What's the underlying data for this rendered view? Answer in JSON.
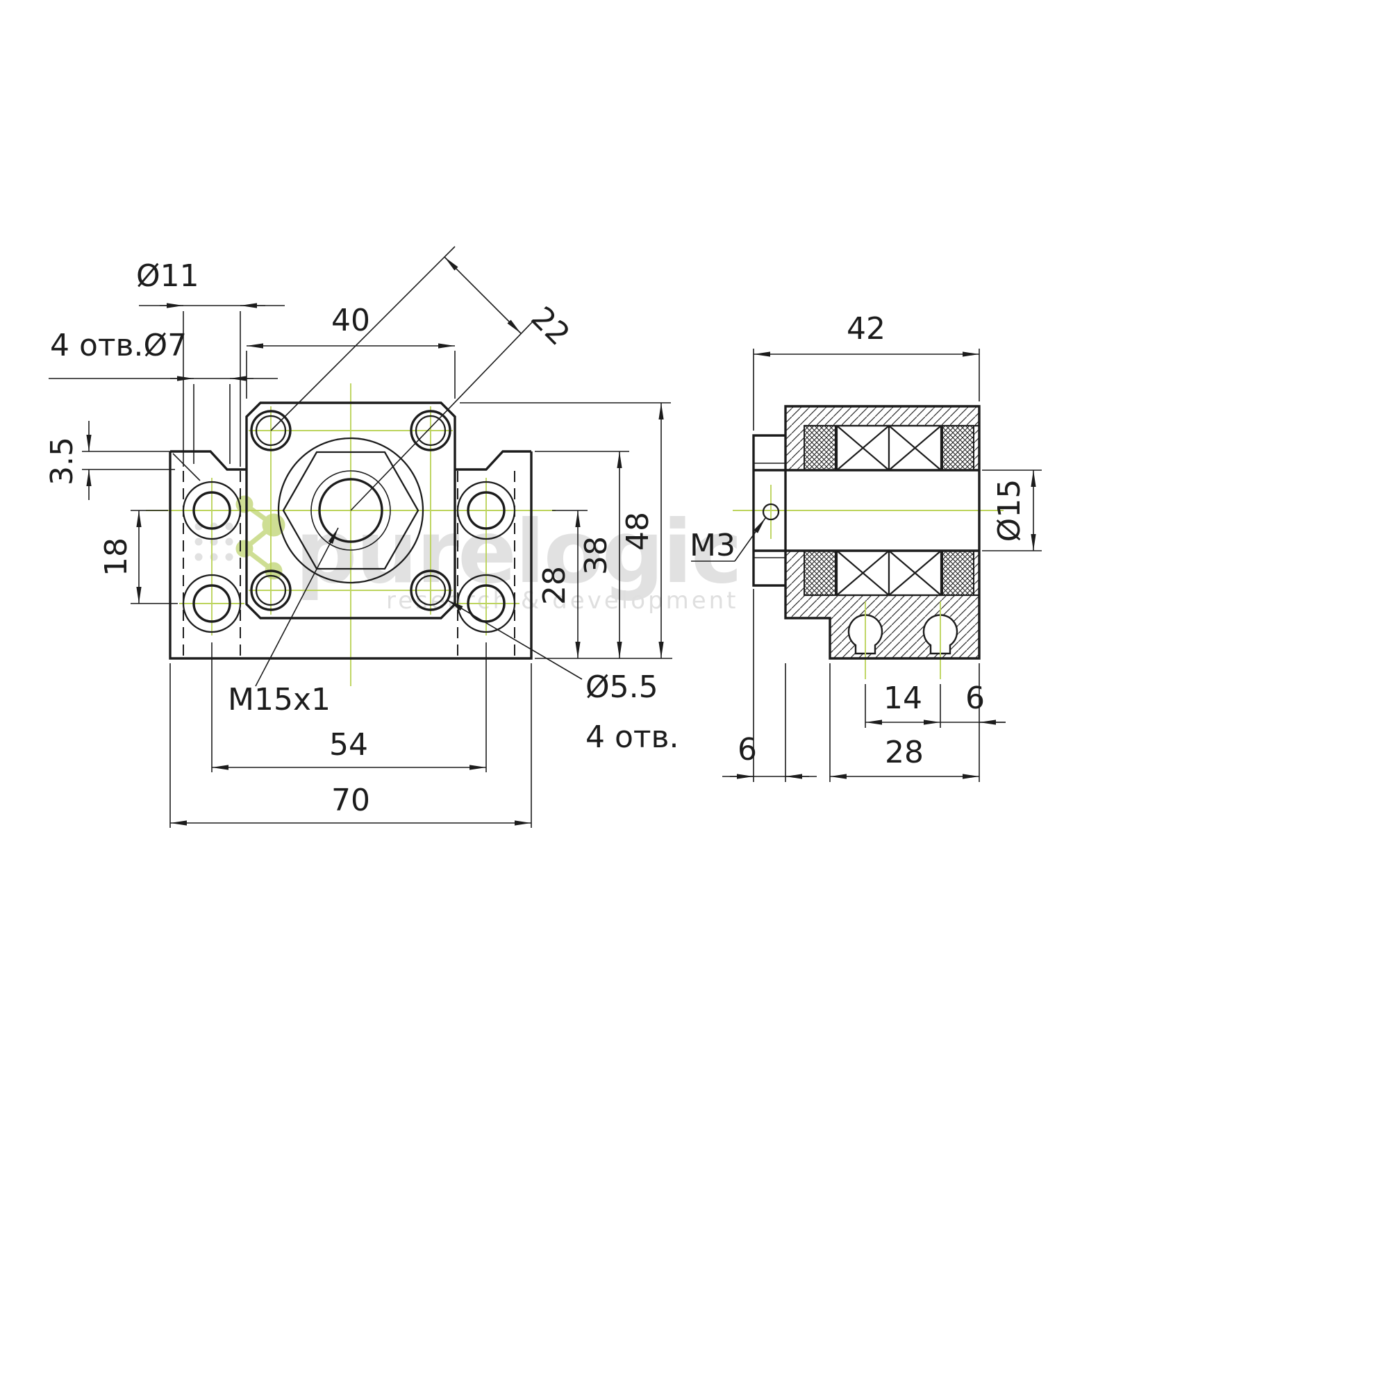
{
  "front_view": {
    "counterbore_dia": "Ø11",
    "mount_hole_spec": "4 отв.Ø7",
    "flange_width": "40",
    "corner_hole_diagonal": "22",
    "recess_depth": "3.5",
    "mount_hole_row_spacing": "18",
    "center_height": "28",
    "body_height": "38",
    "total_height": "48",
    "mount_hole_col_spacing": "54",
    "total_width": "70",
    "center_thread": "M15x1",
    "flange_hole_dia": "Ø5.5",
    "flange_hole_count": "4 отв."
  },
  "side_view": {
    "total_depth": "42",
    "bore_dia": "Ø15",
    "set_screw_thread": "M3",
    "slot_center_spacing": "14",
    "slot_edge_offset": "6",
    "boss_protrusion": "6",
    "base_depth": "28"
  },
  "watermark": {
    "brand": "purelogic",
    "tagline": "research & development"
  },
  "colors": {
    "line": "#1c1c1c",
    "centerline": "#bdd45e",
    "watermark_text": "#c9c9c9",
    "logo_green": "#a7c43e",
    "background": "#ffffff"
  }
}
